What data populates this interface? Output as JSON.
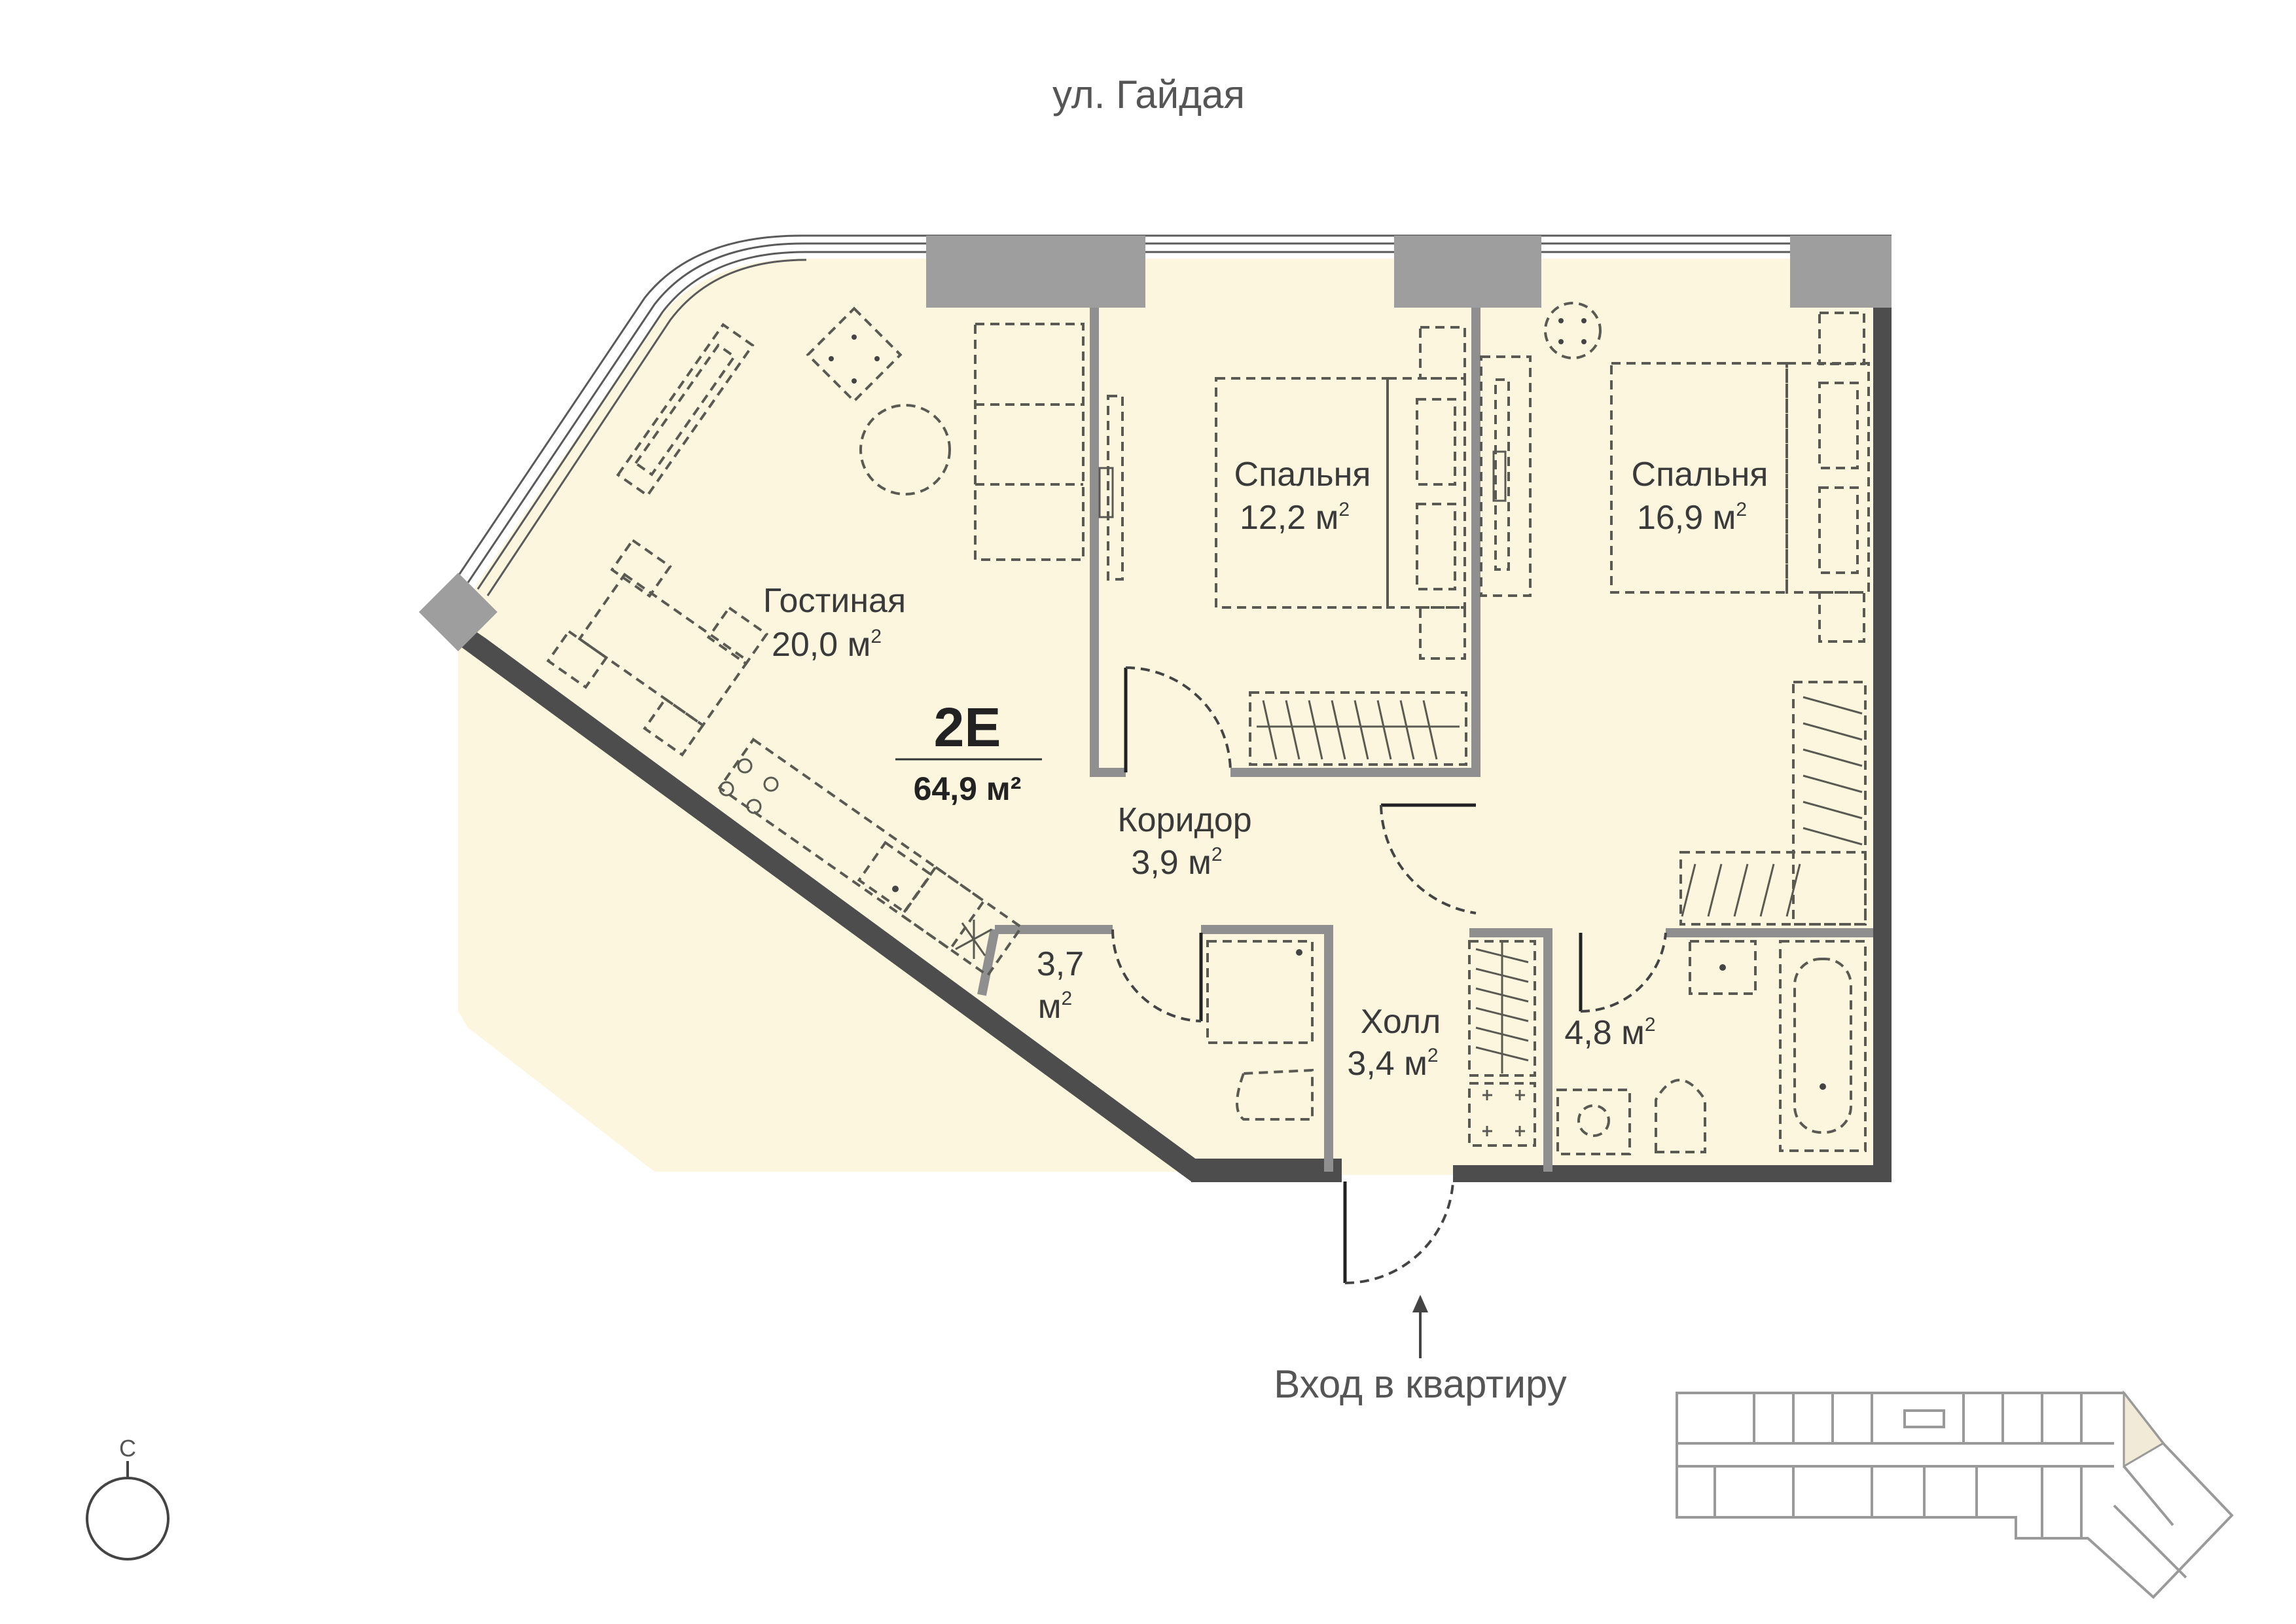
{
  "street_label": "ул. Гайдая",
  "unit": {
    "code": "2E",
    "total_area": "64,9 м²"
  },
  "rooms": {
    "living": {
      "name": "Гостиная",
      "area": "20,0 м"
    },
    "bedroom1": {
      "name": "Спальня",
      "area": "12,2 м"
    },
    "bedroom2": {
      "name": "Спальня",
      "area": "16,9 м"
    },
    "corridor": {
      "name": "Коридор",
      "area": "3,9 м"
    },
    "hall": {
      "name": "Холл",
      "area": "3,4 м"
    },
    "wc": {
      "area_line1": "3,7",
      "area_line2": "м"
    },
    "bathroom": {
      "area": "4,8 м"
    }
  },
  "area_unit_sup": "2",
  "entrance_label": "Вход в квартиру",
  "compass": {
    "letter": "С"
  },
  "colors": {
    "floor": "#fbf6dd",
    "outer_wall": "#4d4d4d",
    "column": "#9e9e9e",
    "inner_wall": "#8f8f8f",
    "highlight_unit": "#f1ead6"
  }
}
